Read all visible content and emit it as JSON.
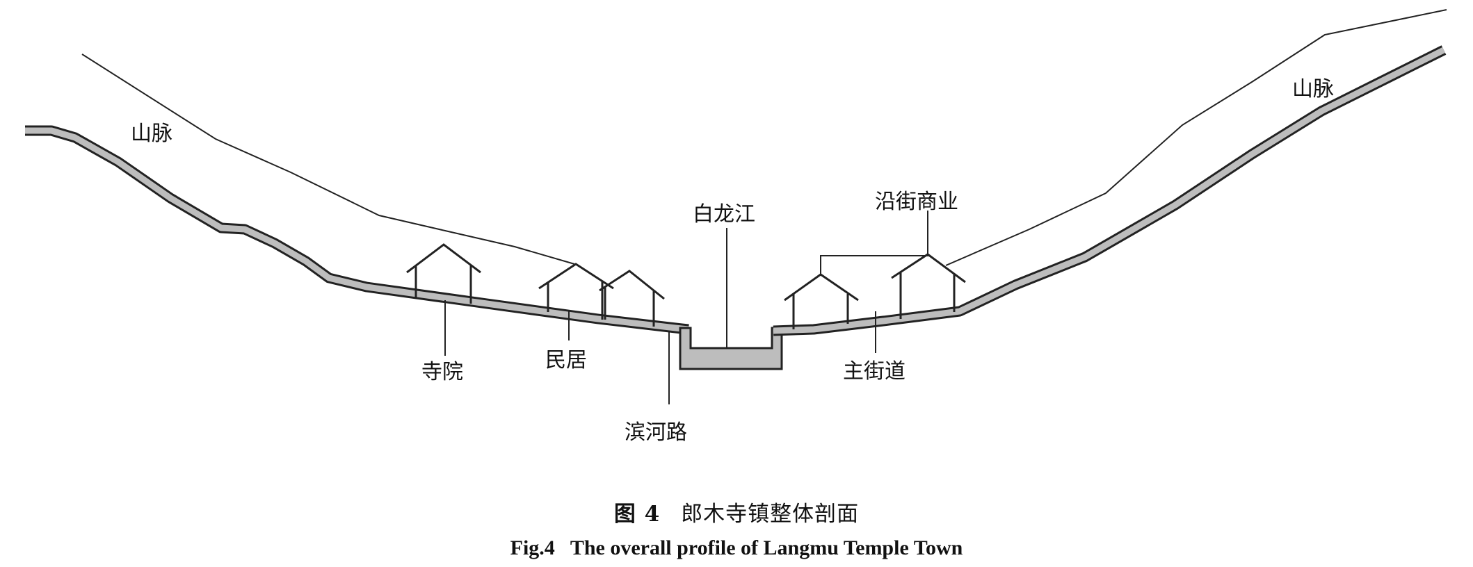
{
  "labels": {
    "mountain_left": "山脉",
    "mountain_right": "山脉",
    "river": "白龙江",
    "street_commerce": "沿街商业",
    "temple": "寺院",
    "residence": "民居",
    "riverside_road": "滨河路",
    "main_street": "主街道"
  },
  "caption": {
    "cn_number": "图 4",
    "cn_title": "郎木寺镇整体剖面",
    "en_number": "Fig.4",
    "en_title": "The overall profile of Langmu Temple Town"
  },
  "colors": {
    "ground_fill": "#bdbdbd",
    "line": "#222222"
  }
}
